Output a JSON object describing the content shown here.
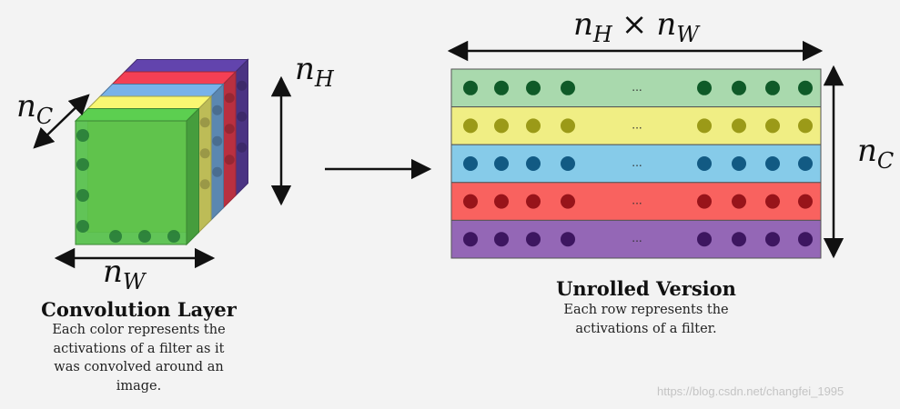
{
  "labels": {
    "nC_base": "n",
    "nC_sub": "C",
    "nH_base": "n",
    "nH_sub": "H",
    "nW_base": "n",
    "nW_sub": "W",
    "times": "×"
  },
  "cube": {
    "layer_colors": [
      "#5b3fa0",
      "#e23a4e",
      "#6fa5d8",
      "#e7e56a",
      "#55c04a"
    ]
  },
  "rows": [
    {
      "name": "green",
      "fill": "#a9d9ad",
      "dot": "#0f5a28"
    },
    {
      "name": "yellow",
      "fill": "#f0ee84",
      "dot": "#9b9a18"
    },
    {
      "name": "blue",
      "fill": "#86cbe9",
      "dot": "#125a83"
    },
    {
      "name": "red",
      "fill": "#f9625f",
      "dot": "#98141a"
    },
    {
      "name": "purple",
      "fill": "#9467b6",
      "dot": "#3d1660"
    }
  ],
  "ellipsis": "...",
  "left_caption": {
    "title": "Convolution Layer",
    "lines": [
      "Each color represents the",
      "activations of a filter as it",
      "was convolved around an",
      "image."
    ]
  },
  "right_caption": {
    "title": "Unrolled Version",
    "lines": [
      "Each row represents the",
      "activations of a filter."
    ]
  },
  "watermark": "https://blog.csdn.net/changfei_1995"
}
